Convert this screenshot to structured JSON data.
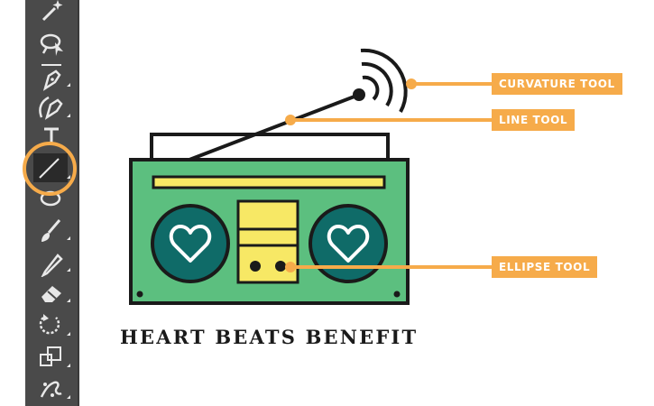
{
  "toolbar": {
    "tools": [
      {
        "icon": "magic-wand-icon"
      },
      {
        "icon": "lasso-icon"
      },
      {
        "icon": "pen-tool-icon"
      },
      {
        "icon": "curvature-tool-icon"
      },
      {
        "icon": "type-tool-icon"
      },
      {
        "icon": "line-tool-icon",
        "selected": true
      },
      {
        "icon": "ellipse-tool-icon"
      },
      {
        "icon": "paintbrush-icon"
      },
      {
        "icon": "pencil-icon"
      },
      {
        "icon": "eraser-icon"
      },
      {
        "icon": "rotate-icon"
      },
      {
        "icon": "scale-icon"
      },
      {
        "icon": "puppet-warp-icon"
      }
    ]
  },
  "callouts": {
    "curvature": "CURVATURE TOOL",
    "line": "LINE TOOL",
    "ellipse": "ELLIPSE TOOL"
  },
  "title": "HEART BEATS BENEFIT",
  "colors": {
    "accent": "#f6ab4a",
    "toolbar_bg": "#4a4a4a",
    "radio_body": "#5cbf7f",
    "speaker": "#0f6b68",
    "yellow": "#f7e865",
    "outline": "#1a1a1a"
  }
}
